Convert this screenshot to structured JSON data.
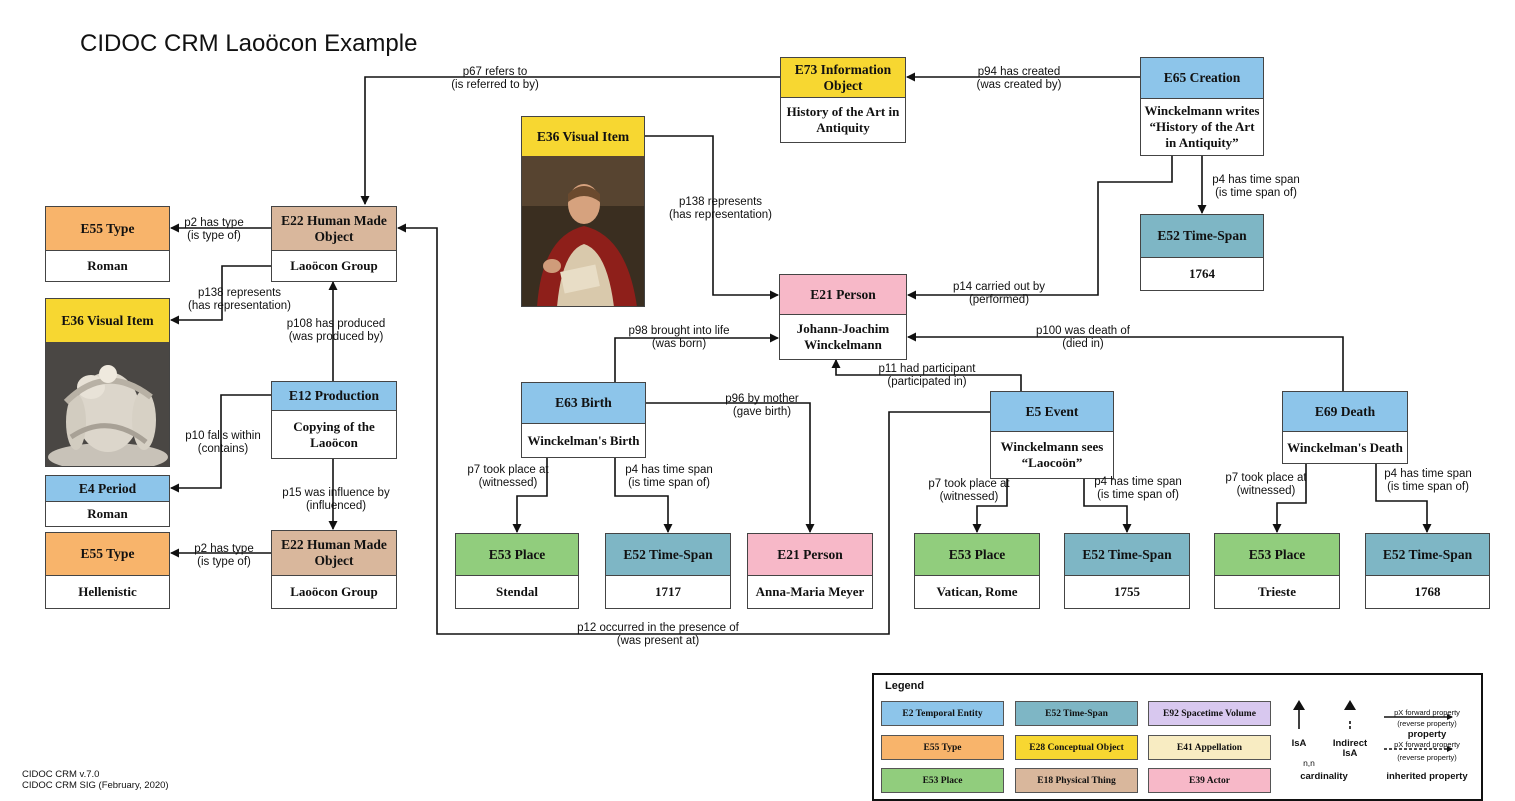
{
  "title": "CIDOC CRM Laoöcon Example",
  "footer": {
    "line1": "CIDOC CRM v.7.0",
    "line2": "CIDOC CRM SIG (February, 2020)"
  },
  "colors": {
    "temporal": "#8dc5ea",
    "type": "#f8b46b",
    "conceptual": "#f7d731",
    "physical": "#d9b79c",
    "actor": "#f7b8c8",
    "place": "#91cd7d",
    "timespan": "#7eb6c5",
    "spacetime": "#d8c8ef",
    "appellation": "#f8ecc2"
  },
  "nodes": {
    "e55_type_roman": {
      "header": "E55 Type",
      "body": "Roman"
    },
    "e22_object_1": {
      "header": "E22 Human Made Object",
      "body": "Laoöcon Group"
    },
    "e36_visual_1": {
      "header": "E36 Visual Item",
      "image": "laocoon-statue-photo"
    },
    "e12_production": {
      "header": "E12 Production",
      "body": "Copying of the Laoöcon"
    },
    "e4_period": {
      "header": "E4 Period",
      "body": "Roman"
    },
    "e55_type_hellenistic": {
      "header": "E55 Type",
      "body": "Hellenistic"
    },
    "e22_object_2": {
      "header": "E22 Human Made Object",
      "body": "Laoöcon Group"
    },
    "e36_visual_2": {
      "header": "E36 Visual Item",
      "image": "winckelmann-portrait-painting"
    },
    "e73_info": {
      "header": "E73 Information Object",
      "body": "History of the Art in Antiquity"
    },
    "e65_creation": {
      "header": "E65 Creation",
      "body": "Winckelmann writes “History of the Art in Antiquity”"
    },
    "e52_1764": {
      "header": "E52 Time-Span",
      "body": "1764"
    },
    "e21_winckelmann": {
      "header": "E21 Person",
      "body": "Johann-Joachim Winckelmann"
    },
    "e63_birth": {
      "header": "E63 Birth",
      "body": "Winckelman's Birth"
    },
    "e53_stendal": {
      "header": "E53 Place",
      "body": "Stendal"
    },
    "e52_1717": {
      "header": "E52 Time-Span",
      "body": "1717"
    },
    "e21_meyer": {
      "header": "E21 Person",
      "body": "Anna-Maria Meyer"
    },
    "e5_event": {
      "header": "E5 Event",
      "body": "Winckelmann sees “Laocoön”"
    },
    "e53_vatican": {
      "header": "E53 Place",
      "body": "Vatican, Rome"
    },
    "e52_1755": {
      "header": "E52 Time-Span",
      "body": "1755"
    },
    "e69_death": {
      "header": "E69 Death",
      "body": "Winckelman's Death"
    },
    "e53_trieste": {
      "header": "E53 Place",
      "body": "Trieste"
    },
    "e52_1768": {
      "header": "E52 Time-Span",
      "body": "1768"
    }
  },
  "properties": {
    "p67": [
      "p67 refers to",
      "(is referred to by)"
    ],
    "p94": [
      "p94 has created",
      "(was created by)"
    ],
    "p4_creation": [
      "p4 has time span",
      "(is time span of)"
    ],
    "p2_roman": [
      "p2 has type",
      "(is type of)"
    ],
    "p138_object": [
      "p138 represents",
      "(has representation)"
    ],
    "p108": [
      "p108 has produced",
      "(was produced by)"
    ],
    "p10": [
      "p10 falls within",
      "(contains)"
    ],
    "p15": [
      "p15 was influence by",
      "(influenced)"
    ],
    "p2_hellenistic": [
      "p2 has type",
      "(is type of)"
    ],
    "p138_portrait": [
      "p138 represents",
      "(has representation)"
    ],
    "p14": [
      "p14 carried out by",
      "(performed)"
    ],
    "p98": [
      "p98 brought into life",
      "(was born)"
    ],
    "p100": [
      "p100 was death of",
      "(died in)"
    ],
    "p11": [
      "p11 had participant",
      "(participated in)"
    ],
    "p96": [
      "p96 by mother",
      "(gave birth)"
    ],
    "p7_birth": [
      "p7 took place at",
      "(witnessed)"
    ],
    "p4_birth": [
      "p4 has time span",
      "(is time span of)"
    ],
    "p7_event": [
      "p7 took place at",
      "(witnessed)"
    ],
    "p4_event": [
      "p4 has time span",
      "(is time span of)"
    ],
    "p7_death": [
      "p7 took place at",
      "(witnessed)"
    ],
    "p4_death": [
      "p4 has time span",
      "(is time span of)"
    ],
    "p12": [
      "p12 occurred in the presence of",
      "(was present at)"
    ]
  },
  "legend": {
    "title": "Legend",
    "swatches": [
      {
        "label": "E2 Temporal Entity",
        "color": "#8dc5ea"
      },
      {
        "label": "E52 Time-Span",
        "color": "#7eb6c5"
      },
      {
        "label": "E92 Spacetime Volume",
        "color": "#d8c8ef"
      },
      {
        "label": "E55 Type",
        "color": "#f8b46b"
      },
      {
        "label": "E28 Conceptual Object",
        "color": "#f7d731"
      },
      {
        "label": "E41 Appellation",
        "color": "#f8ecc2"
      },
      {
        "label": "E53 Place",
        "color": "#91cd7d"
      },
      {
        "label": "E18 Physical Thing",
        "color": "#d9b79c"
      },
      {
        "label": "E39 Actor",
        "color": "#f7b8c8"
      }
    ],
    "isa": "IsA",
    "indirect_isa": "Indirect IsA",
    "nn": "n,n",
    "cardinality": "cardinality",
    "px_forward_1": "pX forward property",
    "reverse_1": "(reverse property)",
    "property": "property",
    "px_forward_2": "pX forward property",
    "reverse_2": "(reverse property)",
    "inherited": "inherited property"
  }
}
